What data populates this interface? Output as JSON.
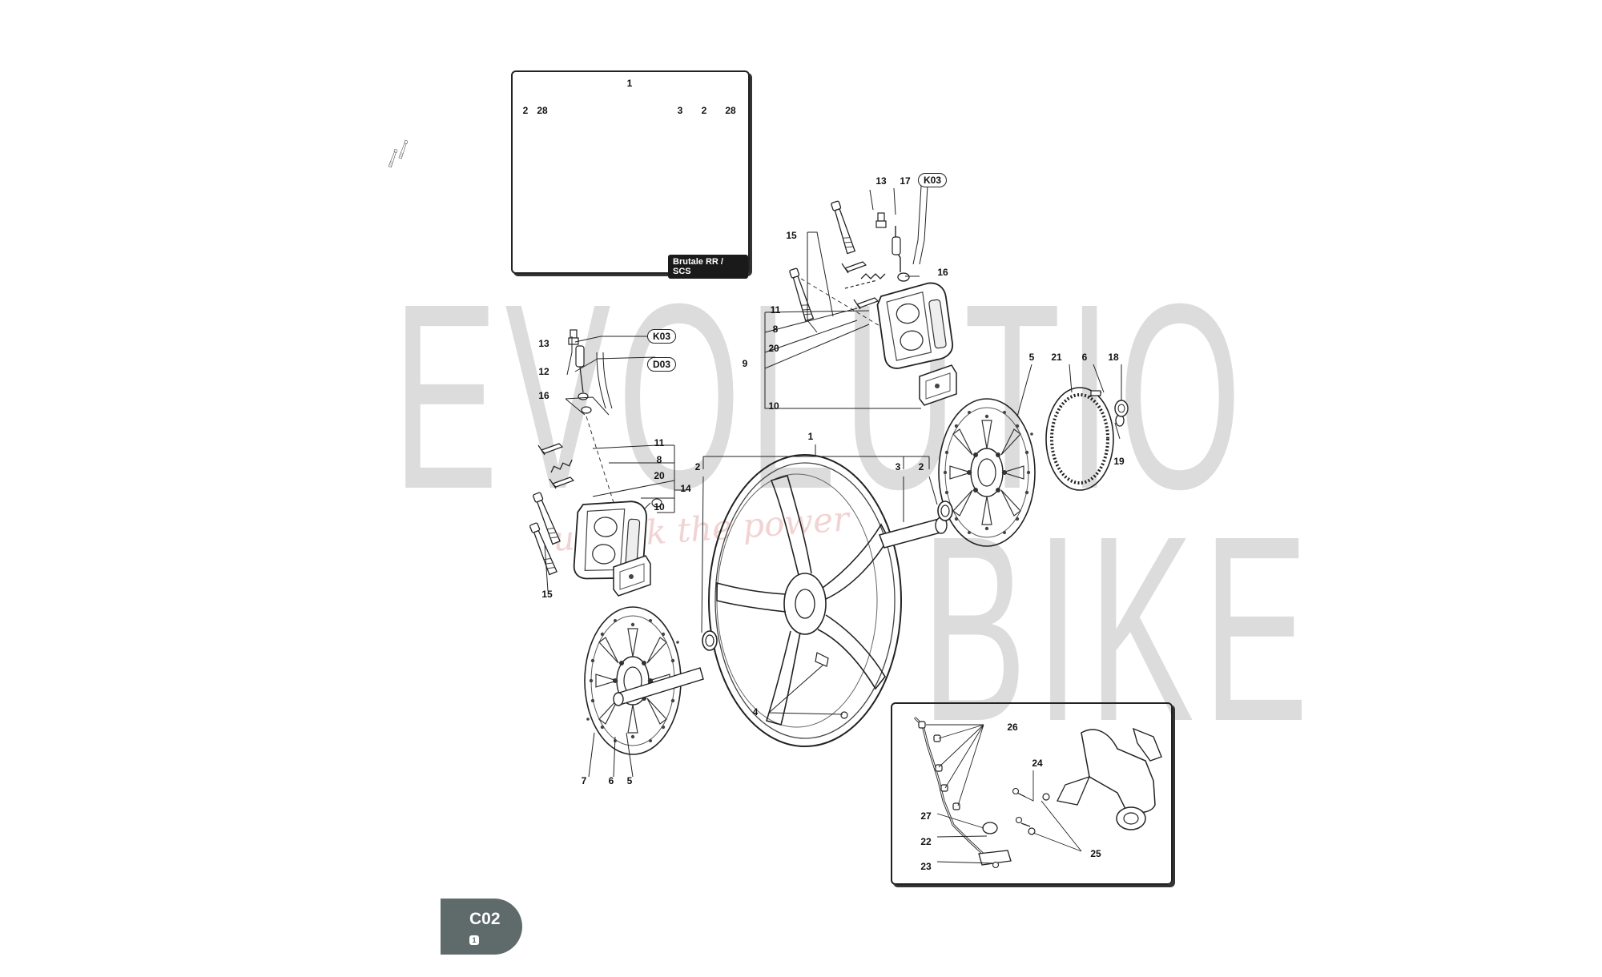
{
  "watermark": {
    "main": "EVOLUTIO",
    "sub": "BIKE",
    "tagline": "unlock the power"
  },
  "inset_wheel": {
    "tag": "Brutale RR / SCS"
  },
  "badge": {
    "code": "C02",
    "sub": "1"
  },
  "refs": {
    "k03_top": "K03",
    "k03_left": "K03",
    "d03_left": "D03"
  },
  "labels": {
    "i1": "1",
    "i2a": "2",
    "i28a": "28",
    "i3": "3",
    "i2b": "2",
    "i28b": "28",
    "c13": "13",
    "c17": "17",
    "c15": "15",
    "c16": "16",
    "c11": "11",
    "c8": "8",
    "c20": "20",
    "c9": "9",
    "c10": "10",
    "l13": "13",
    "l12": "12",
    "l16": "16",
    "l11": "11",
    "l8": "8",
    "l20": "20",
    "l10": "10",
    "l14": "14",
    "l15": "15",
    "w1": "1",
    "w2a": "2",
    "w3": "3",
    "w2b": "2",
    "w4": "4",
    "r5": "5",
    "r21": "21",
    "r6": "6",
    "r18": "18",
    "r19": "19",
    "b7": "7",
    "b6": "6",
    "b5": "5",
    "s26": "26",
    "s24": "24",
    "s27": "27",
    "s22": "22",
    "s23": "23",
    "s25": "25"
  }
}
